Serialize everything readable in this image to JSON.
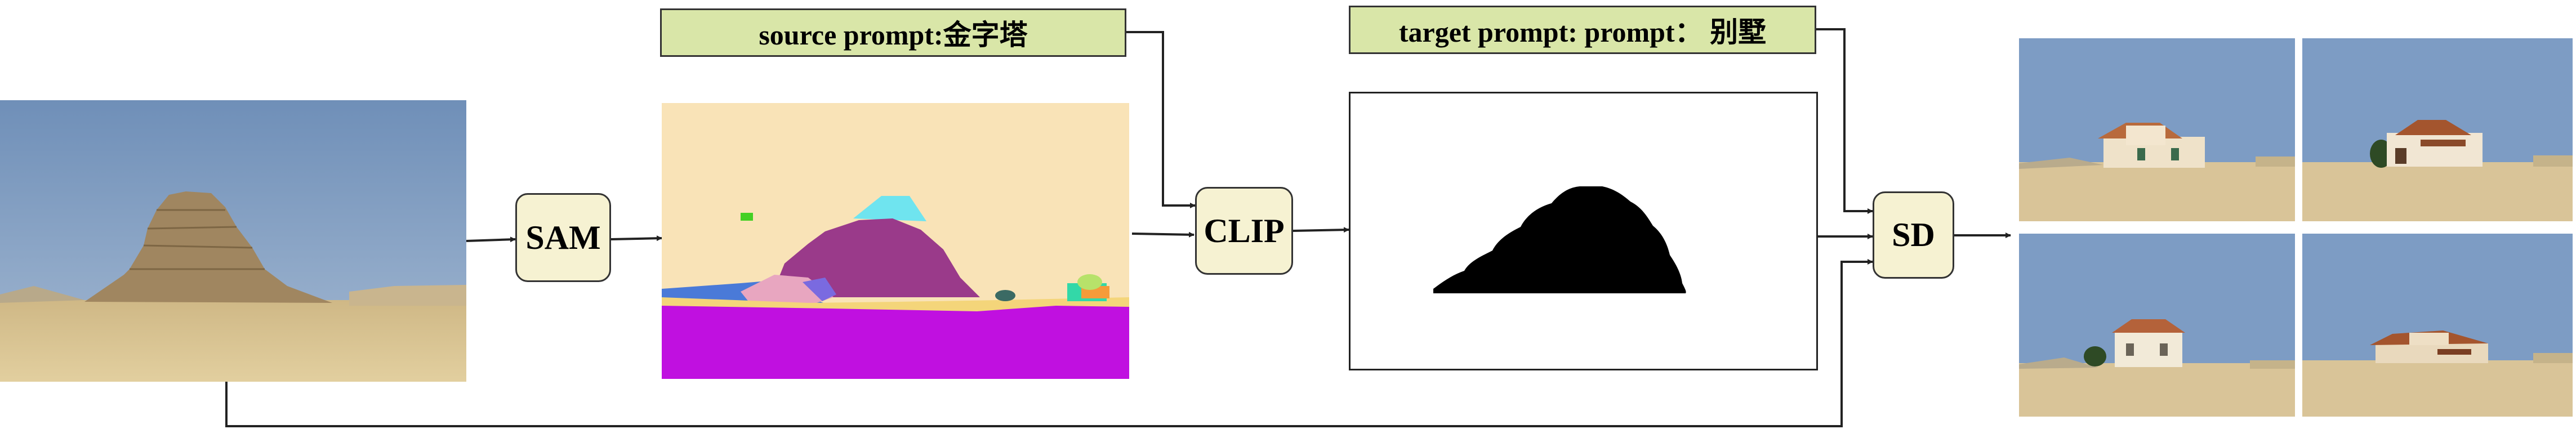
{
  "prompts": {
    "source": "source prompt:金字塔",
    "target": "target prompt: prompt： 别墅"
  },
  "nodes": {
    "sam": "SAM",
    "clip": "CLIP",
    "sd": "SD"
  },
  "colors": {
    "prompt_fill": "#d9e6a8",
    "node_fill": "#f6f2d2",
    "line": "#222222",
    "sky": "#7f9fc6",
    "sand": "#d7c08c",
    "pyramid": "#a08660",
    "seg_background": "#f9e3b7",
    "seg_purple": "#9a3a8a",
    "seg_magenta": "#c010e0",
    "seg_cyan": "#6fe4ef",
    "mask_black": "#000000"
  },
  "panels": {
    "input_image": "photo of step pyramid in desert",
    "segmentation": "SAM segmentation map",
    "mask": "binary mask of pyramid",
    "outputs": [
      "villa in desert 1",
      "villa in desert 2",
      "villa in desert 3",
      "villa in desert 4"
    ]
  }
}
